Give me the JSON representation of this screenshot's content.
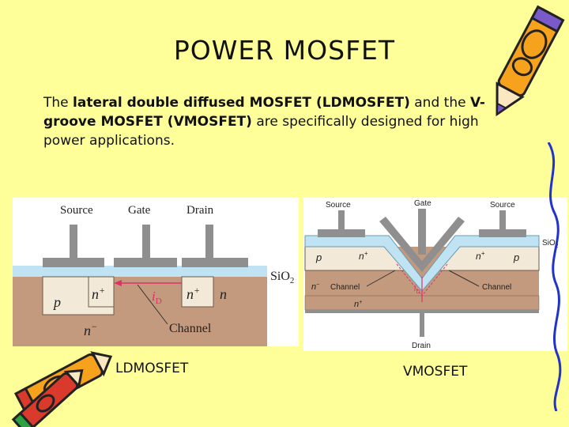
{
  "slide": {
    "title": "POWER MOSFET",
    "intro": {
      "p1": "The ",
      "b1": "lateral double diffused MOSFET (LDMOSFET)",
      "p2": " and the ",
      "b2": "V-groove MOSFET (VMOSFET)",
      "p3": " are specifically designed for high power applications."
    }
  },
  "ldmosfet": {
    "labels": {
      "source": "Source",
      "gate": "Gate",
      "drain": "Drain",
      "oxide": "SiO",
      "oxide_sub": "2",
      "p": "p",
      "nplus1": "n",
      "nplus1_sup": "+",
      "nplus2": "n",
      "nplus2_sup": "+",
      "n": "n",
      "current": "i",
      "current_sub": "D",
      "nminus": "n",
      "nminus_sup": "−",
      "channel": "Channel"
    },
    "caption": "LDMOSFET"
  },
  "vmosfet": {
    "labels": {
      "source_left": "Source",
      "gate": "Gate",
      "source_right": "Source",
      "oxide": "SiO",
      "oxide_sub": "2",
      "p_left": "p",
      "nplus_left": "n",
      "nplus_left_sup": "+",
      "nplus_right": "n",
      "nplus_right_sup": "+",
      "p_right": "p",
      "nminus": "n",
      "nminus_sup": "−",
      "channel_left": "Channel",
      "channel_right": "Channel",
      "current": "i",
      "current_sub": "D",
      "nplus_bottom": "n",
      "nplus_bottom_sup": "+",
      "drain": "Drain"
    },
    "caption": "VMOSFET"
  },
  "colors": {
    "background": "#FFFF99",
    "substrate": "#C49A7E",
    "oxide": "#BFE3F2",
    "metal": "#8F8F8F",
    "pregion": "#F2E9D8",
    "current_arrow": "#E0306A"
  }
}
